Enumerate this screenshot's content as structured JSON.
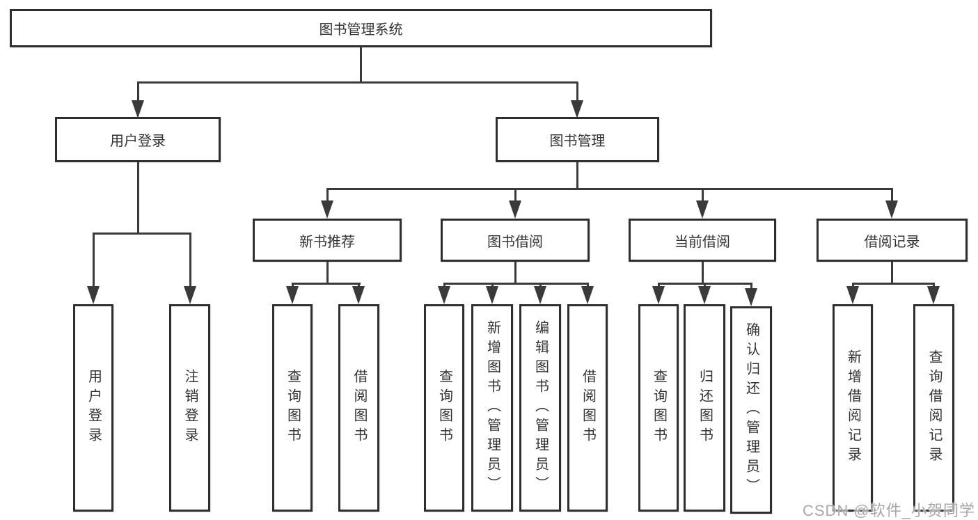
{
  "diagram": {
    "root": {
      "label": "图书管理系统"
    },
    "level2": [
      {
        "label": "用户登录"
      },
      {
        "label": "图书管理"
      }
    ],
    "level3": [
      {
        "label": "新书推荐"
      },
      {
        "label": "图书借阅"
      },
      {
        "label": "当前借阅"
      },
      {
        "label": "借阅记录"
      }
    ],
    "leaves": {
      "user_login": [
        {
          "label": "用户登录"
        },
        {
          "label": "注销登录"
        }
      ],
      "new_book_recommend": [
        {
          "label": "查询图书"
        },
        {
          "label": "借阅图书"
        }
      ],
      "book_borrow": [
        {
          "label": "查询图书"
        },
        {
          "label": "新增图书（管理员）"
        },
        {
          "label": "编辑图书（管理员）"
        },
        {
          "label": "借阅图书"
        }
      ],
      "current_borrow": [
        {
          "label": "查询图书"
        },
        {
          "label": "归还图书"
        },
        {
          "label": "确认归还（管理员）"
        }
      ],
      "borrow_records": [
        {
          "label": "新增借阅记录"
        },
        {
          "label": "查询借阅记录"
        }
      ]
    }
  },
  "watermark": {
    "text": "CSDN @软件_小贺同学"
  },
  "colors": {
    "line": "#3a3a3a",
    "border": "#2e2e2e",
    "text": "#333333",
    "background": "#ffffff",
    "watermark": "#a8a8a8"
  }
}
